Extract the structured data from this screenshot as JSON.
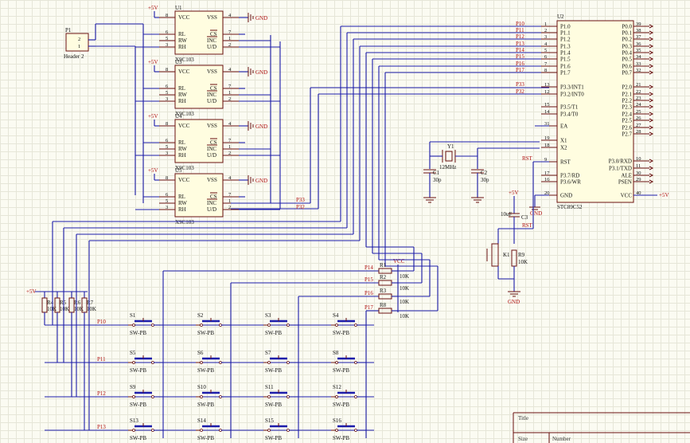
{
  "pot": {
    "pin_vcc": "VCC",
    "pin_vss": "VSS",
    "pin_rl": "RL",
    "pin_rw": "RW",
    "pin_rh": "RH",
    "pin_cs": "CS",
    "pin_inc": "INC",
    "pin_ud": "U/D",
    "part": "X9C103",
    "supply": "+5V",
    "gnd": "GND",
    "units": [
      {
        "ref": "U1"
      },
      {
        "ref": "U3"
      },
      {
        "ref": "U4"
      },
      {
        "ref": "U5"
      }
    ],
    "pin_numbers": {
      "vcc": "8",
      "vss": "4",
      "rl": "6",
      "rw": "5",
      "rh": "3",
      "cs": "7",
      "inc": "1",
      "ud": "2"
    }
  },
  "header": {
    "ref": "P1",
    "label": "Header 2",
    "pin1": "1",
    "pin2": "2"
  },
  "mcu": {
    "ref": "U2",
    "part": "STC89C52",
    "left_pins": [
      "P1.0",
      "P1.1",
      "P1.2",
      "P1.3",
      "P1.4",
      "P1.5",
      "P1.6",
      "P1.7",
      "P3.3/INT1",
      "P3.2/INT0",
      "P3.5/T1",
      "P3.4/T0",
      "EA",
      "X1",
      "X2",
      "RST",
      "P3.7/RD",
      "P3.6/WR",
      "GND"
    ],
    "left_nums": [
      "1",
      "2",
      "3",
      "4",
      "5",
      "6",
      "7",
      "8",
      "13",
      "12",
      "15",
      "14",
      "31",
      "19",
      "18",
      "9",
      "17",
      "16",
      "20"
    ],
    "right_pins": [
      "P0.0",
      "P0.1",
      "P0.2",
      "P0.3",
      "P0.4",
      "P0.5",
      "P0.6",
      "P0.7",
      "P2.0",
      "P2.1",
      "P2.2",
      "P2.3",
      "P2.4",
      "P2.5",
      "P2.6",
      "P2.7",
      "P3.0/RXD",
      "P3.1/TXD",
      "ALE",
      "PSEN",
      "VCC"
    ],
    "right_nums": [
      "39",
      "38",
      "37",
      "36",
      "35",
      "34",
      "33",
      "32",
      "21",
      "22",
      "23",
      "24",
      "25",
      "26",
      "27",
      "28",
      "10",
      "11",
      "30",
      "29",
      "40"
    ],
    "net_labels": [
      "P10",
      "P11",
      "P12",
      "P13",
      "P14",
      "P15",
      "P16",
      "P17",
      "P33",
      "P32"
    ],
    "supply": "+5V"
  },
  "crystal": {
    "ref": "Y1",
    "value": "12MHz",
    "c1": "C1",
    "c1v": "30p",
    "c2": "C2",
    "c2v": "30p"
  },
  "reset": {
    "cap": "C3",
    "cap_value": "10uF",
    "key": "K1",
    "res": "R9",
    "res_value": "10K",
    "net": "RST",
    "supply": "+5V",
    "gnd": "GND"
  },
  "pot_nets": {
    "p33": "P33",
    "p32": "P32"
  },
  "keypad": {
    "supply": "+5V",
    "vcc": "VCC",
    "row_labels": [
      "P10",
      "P11",
      "P12",
      "P13"
    ],
    "col_labels": [
      "P14",
      "P15",
      "P16",
      "P17"
    ],
    "pullups": [
      {
        "ref": "R4",
        "value": "10K"
      },
      {
        "ref": "R5",
        "value": "10K"
      },
      {
        "ref": "R6",
        "value": "10K"
      },
      {
        "ref": "R7",
        "value": "10K"
      }
    ],
    "col_res": [
      {
        "ref": "R1",
        "value": "10K"
      },
      {
        "ref": "R2",
        "value": "10K"
      },
      {
        "ref": "R3",
        "value": "10K"
      },
      {
        "ref": "R8",
        "value": "10K"
      }
    ],
    "switch_type": "SW-PB",
    "switches": [
      "S1",
      "S2",
      "S3",
      "S4",
      "S5",
      "S6",
      "S7",
      "S8",
      "S9",
      "S10",
      "S11",
      "S12",
      "S13",
      "S14",
      "S15",
      "S16"
    ]
  },
  "title_block": {
    "title": "Title",
    "size": "Size",
    "number": "Number"
  }
}
